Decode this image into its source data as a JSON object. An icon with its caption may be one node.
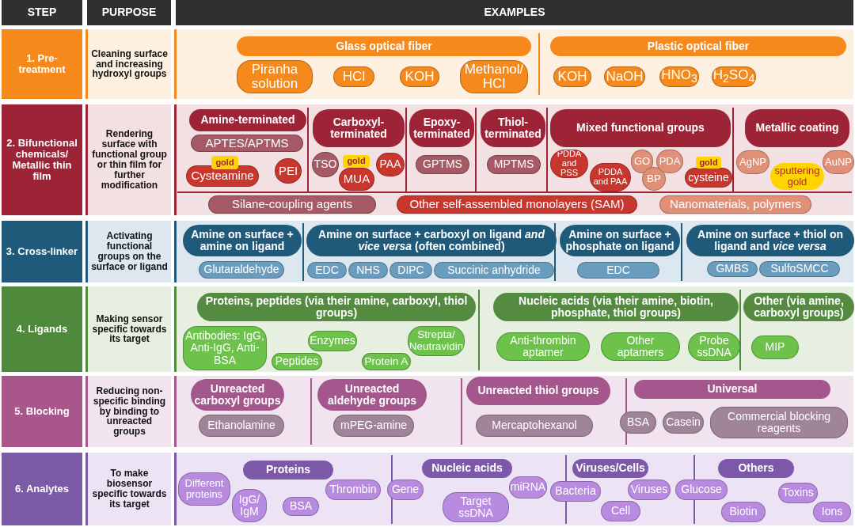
{
  "diagram": {
    "nodes": [
      {
        "text": [
          "STEP"
        ]
      },
      {
        "text": [
          "PURPOSE"
        ]
      },
      {
        "text": [
          "EXAMPLES"
        ]
      },
      {
        "text": [
          "1. Pre-treatment"
        ]
      },
      {
        "text": [
          "Cleaning surface and increasing hydroxyl groups"
        ]
      },
      {
        "text": [],
        "shape": "box"
      },
      {
        "text": [
          "Glass optical fiber"
        ],
        "in": 5
      },
      {
        "text": [
          "Plastic optical fiber"
        ],
        "in": 5
      },
      {
        "text": [
          "Piranha solution"
        ],
        "in": 5
      },
      {
        "text": [
          "HCl"
        ],
        "in": 5
      },
      {
        "text": [
          "KOH"
        ],
        "in": 5
      },
      {
        "text": [
          "Methanol/ HCl"
        ],
        "in": 5
      },
      {
        "text": [
          "KOH"
        ],
        "in": 5
      },
      {
        "text": [
          "NaOH"
        ],
        "in": 5
      },
      {
        "text": [
          "HNO$_{3}$"
        ],
        "in": 5
      },
      {
        "text": [
          "H$_{2}$SO$_{4}$"
        ],
        "in": 5
      },
      {
        "text": [
          "2. Bifunctional chemicals/ Metallic thin film"
        ]
      },
      {
        "text": [
          "Rendering surface with functional group or thin film for further modification"
        ]
      },
      {
        "text": [],
        "shape": "box"
      },
      {
        "text": [
          "Amine-terminated"
        ],
        "in": 18
      },
      {
        "text": [
          "APTES/APTMS"
        ],
        "in": 18
      },
      {
        "text": [
          "gold"
        ],
        "in": 18
      },
      {
        "text": [
          "Cysteamine"
        ],
        "in": 18
      },
      {
        "text": [
          "PEI"
        ],
        "in": 18
      },
      {
        "text": [
          "Carboxyl- terminated"
        ],
        "in": 18
      },
      {
        "text": [
          "TSO"
        ],
        "in": 18
      },
      {
        "text": [
          "gold"
        ],
        "in": 18
      },
      {
        "text": [
          "MUA"
        ],
        "in": 18
      },
      {
        "text": [
          "PAA"
        ],
        "in": 18
      },
      {
        "text": [
          "Epoxy- terminated"
        ],
        "in": 18
      },
      {
        "text": [
          "GPTMS"
        ],
        "in": 18
      },
      {
        "text": [
          "Thiol- terminated"
        ],
        "in": 18
      },
      {
        "text": [
          "MPTMS"
        ],
        "in": 18
      },
      {
        "text": [
          "Mixed functional groups"
        ],
        "in": 18
      },
      {
        "text": [
          "PDDA and PSS"
        ],
        "in": 18
      },
      {
        "text": [
          "PDDA and PAA"
        ],
        "in": 18
      },
      {
        "text": [
          "GO"
        ],
        "in": 18
      },
      {
        "text": [
          "BP"
        ],
        "in": 18
      },
      {
        "text": [
          "PDA"
        ],
        "in": 18
      },
      {
        "text": [
          "gold"
        ],
        "in": 18
      },
      {
        "text": [
          "cysteine"
        ],
        "in": 18
      },
      {
        "text": [
          "Metallic coating"
        ],
        "in": 18
      },
      {
        "text": [
          "AgNP"
        ],
        "in": 18
      },
      {
        "text": [
          "sputtering gold"
        ],
        "in": 18
      },
      {
        "text": [
          "AuNP"
        ],
        "in": 18
      },
      {
        "text": [
          "Silane-coupling agents"
        ],
        "in": 18
      },
      {
        "text": [
          "Other self-assembled monolayers (SAM)"
        ],
        "in": 18
      },
      {
        "text": [
          "Nanomaterials, polymers"
        ],
        "in": 18
      },
      {
        "text": [
          "3. Cross-linker"
        ]
      },
      {
        "text": [
          "Activating functional groups on the surface or ligand"
        ]
      },
      {
        "text": [],
        "shape": "box"
      },
      {
        "text": [
          "Amine on surface + amine on ligand"
        ],
        "in": 50
      },
      {
        "text": [
          "Glutaraldehyde"
        ],
        "in": 50
      },
      {
        "text": [
          "Amine on surface + carboxyl on ligand *and vice versa* (often combined)"
        ],
        "in": 50
      },
      {
        "text": [
          "EDC"
        ],
        "in": 50
      },
      {
        "text": [
          "NHS"
        ],
        "in": 50
      },
      {
        "text": [
          "DIPC"
        ],
        "in": 50
      },
      {
        "text": [
          "Succinic anhydride"
        ],
        "in": 50
      },
      {
        "text": [
          "Amine on surface + phosphate on ligand"
        ],
        "in": 50
      },
      {
        "text": [
          "EDC"
        ],
        "in": 50
      },
      {
        "text": [
          "Amine on surface + thiol on ligand and *vice versa*"
        ],
        "in": 50
      },
      {
        "text": [
          "GMBS"
        ],
        "in": 50
      },
      {
        "text": [
          "SulfoSMCC"
        ],
        "in": 50
      },
      {
        "text": [
          "4. Ligands"
        ]
      },
      {
        "text": [
          "Making sensor specific towards its target"
        ]
      },
      {
        "text": [],
        "shape": "box"
      },
      {
        "text": [
          "Proteins, peptides (via their amine, carboxyl, thiol groups)"
        ],
        "in": 65
      },
      {
        "text": [
          "Antibodies: IgG, Anti-IgG, Anti-BSA"
        ],
        "in": 65
      },
      {
        "text": [
          "Peptides"
        ],
        "in": 65
      },
      {
        "text": [
          "Enzymes"
        ],
        "in": 65
      },
      {
        "text": [
          "Protein A"
        ],
        "in": 65
      },
      {
        "text": [
          "Strepta/ Neutravidin"
        ],
        "in": 65
      },
      {
        "text": [
          "Nucleic acids (via their amine, biotin, phosphate, thiol groups)"
        ],
        "in": 65
      },
      {
        "text": [
          "Anti-thrombin aptamer"
        ],
        "in": 65
      },
      {
        "text": [
          "Other aptamers"
        ],
        "in": 65
      },
      {
        "text": [
          "Probe ssDNA"
        ],
        "in": 65
      },
      {
        "text": [
          "Other (via amine, carboxyl groups)"
        ],
        "in": 65
      },
      {
        "text": [
          "MIP"
        ],
        "in": 65
      },
      {
        "text": [
          "5. Blocking"
        ]
      },
      {
        "text": [
          "Reducing non-specific binding by binding to unreacted groups"
        ]
      },
      {
        "text": [],
        "shape": "box"
      },
      {
        "text": [
          "Unreacted carboxyl groups"
        ],
        "in": 80
      },
      {
        "text": [
          "Ethanolamine"
        ],
        "in": 80
      },
      {
        "text": [
          "Unreacted aldehyde groups"
        ],
        "in": 80
      },
      {
        "text": [
          "mPEG-amine"
        ],
        "in": 80
      },
      {
        "text": [
          "Unreacted thiol groups"
        ],
        "in": 80
      },
      {
        "text": [
          "Mercaptohexanol"
        ],
        "in": 80
      },
      {
        "text": [
          "Universal"
        ],
        "in": 80
      },
      {
        "text": [
          "BSA"
        ],
        "in": 80
      },
      {
        "text": [
          "Casein"
        ],
        "in": 80
      },
      {
        "text": [
          "Commercial blocking reagents"
        ],
        "in": 80
      },
      {
        "text": [
          "6. Analytes"
        ]
      },
      {
        "text": [
          "To make biosensor specific towards its target"
        ]
      },
      {
        "text": [],
        "shape": "box"
      },
      {
        "text": [
          "Proteins"
        ],
        "in": 93
      },
      {
        "text": [
          "Different proteins"
        ],
        "in": 93
      },
      {
        "text": [
          "IgG/ IgM"
        ],
        "in": 93
      },
      {
        "text": [
          "BSA"
        ],
        "in": 93
      },
      {
        "text": [
          "Thrombin"
        ],
        "in": 93
      },
      {
        "text": [
          "Nucleic acids"
        ],
        "in": 93
      },
      {
        "text": [
          "Gene"
        ],
        "in": 93
      },
      {
        "text": [
          "Target ssDNA"
        ],
        "in": 93
      },
      {
        "text": [
          "miRNA"
        ],
        "in": 93
      },
      {
        "text": [
          "Viruses/Cells"
        ],
        "in": 93
      },
      {
        "text": [
          "Bacteria"
        ],
        "in": 93
      },
      {
        "text": [
          "Cell"
        ],
        "in": 93
      },
      {
        "text": [
          "Viruses"
        ],
        "in": 93
      },
      {
        "text": [
          "Others"
        ],
        "in": 93
      },
      {
        "text": [
          "Glucose"
        ],
        "in": 93
      },
      {
        "text": [
          "Toxins"
        ],
        "in": 93
      },
      {
        "text": [
          "Biotin"
        ],
        "in": 93
      },
      {
        "text": [
          "Ions"
        ],
        "in": 93
      }
    ],
    "edges": []
  }
}
